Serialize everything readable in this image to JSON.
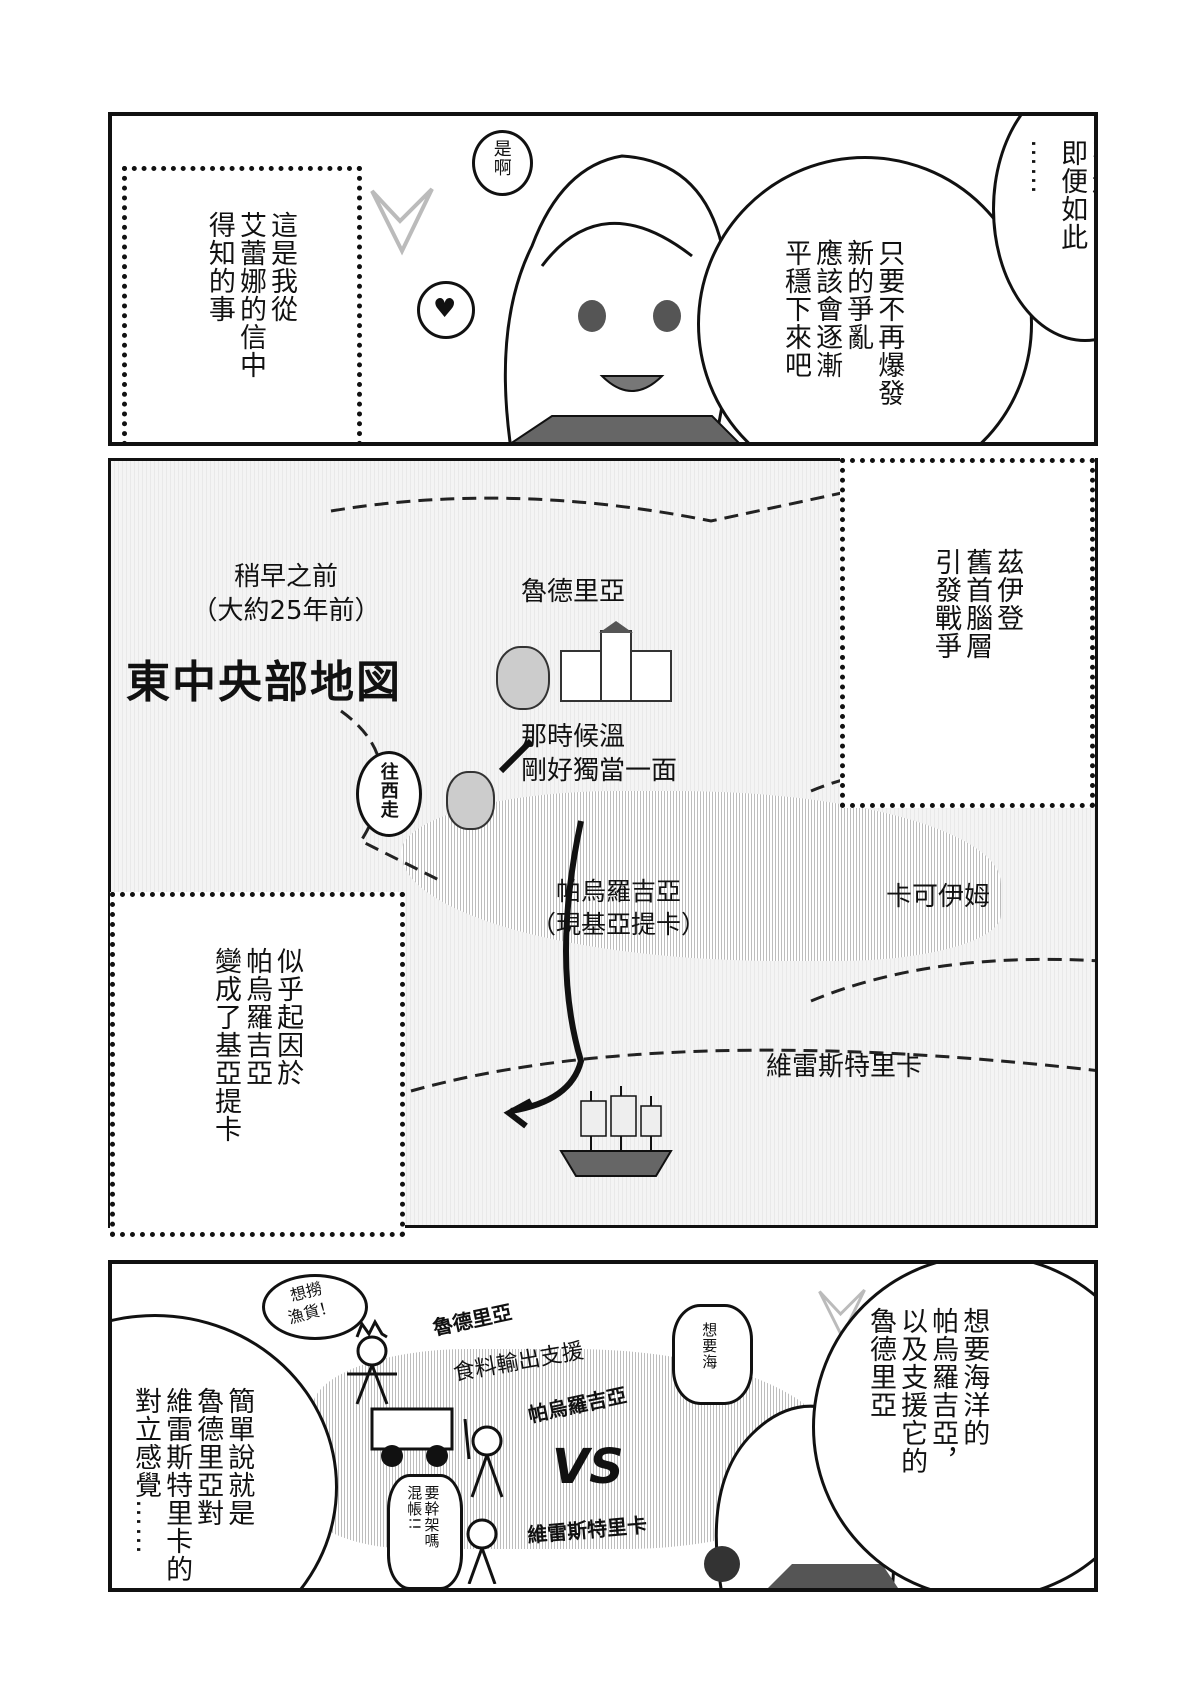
{
  "panel1": {
    "caption": "這是我從\n艾蕾娜的信中\n得知的事",
    "small_bubble": "是啊",
    "heart_icon": "heart-icon",
    "main_bubble": "只要不再爆發\n新的爭亂\n應該會逐漸\n平穩下來吧",
    "edge_bubble": "不過\n即便如此\n……"
  },
  "panel2": {
    "time_label": "稍早之前\n（大約25年前）",
    "map_title": "東中央部地図",
    "regions": {
      "rudria": "魯德里亞",
      "pauroghia": "帕烏羅吉亞\n（現基亞提卡）",
      "kakoim": "卡可伊姆",
      "veresterica": "維雷斯特里卡"
    },
    "note": "那時候溫\n剛好獨當一面",
    "west_bubble": "往西走",
    "right_caption": "茲伊登\n舊首腦層\n引發戰爭",
    "left_caption": "似乎起因於\n帕烏羅吉亞\n變成了基亞提卡"
  },
  "panel3": {
    "caption_bubble": "簡單說就是\n魯德里亞對\n維雷斯特里卡的\n對立感覺……",
    "king_bubble": "想撈\n漁貨！",
    "label_rudria": "魯德里亞",
    "label_support": "食料輸出支援",
    "label_pauroghia": "帕烏羅吉亞",
    "vs": "VS",
    "label_veresterica": "維雷斯特里卡",
    "sea_bubble": "想要海",
    "angry_bubble": "要幹架嗎\n混帳!!",
    "right_bubble": "想要海洋的\n帕烏羅吉亞，\n以及支援它的\n魯德里亞"
  }
}
